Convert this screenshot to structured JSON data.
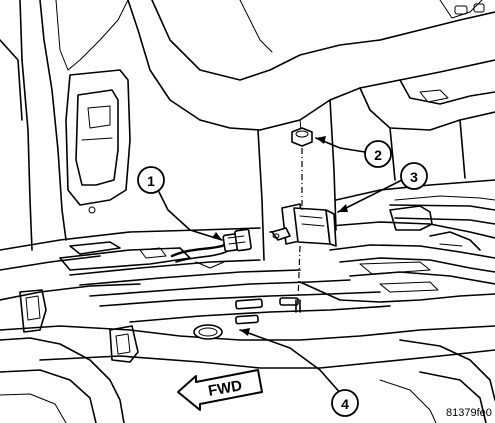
{
  "callouts": [
    {
      "id": "callout-1",
      "label": "1"
    },
    {
      "id": "callout-2",
      "label": "2"
    },
    {
      "id": "callout-3",
      "label": "3"
    },
    {
      "id": "callout-4",
      "label": "4"
    }
  ],
  "direction_label": "FWD",
  "figure_id": "81379fe0"
}
